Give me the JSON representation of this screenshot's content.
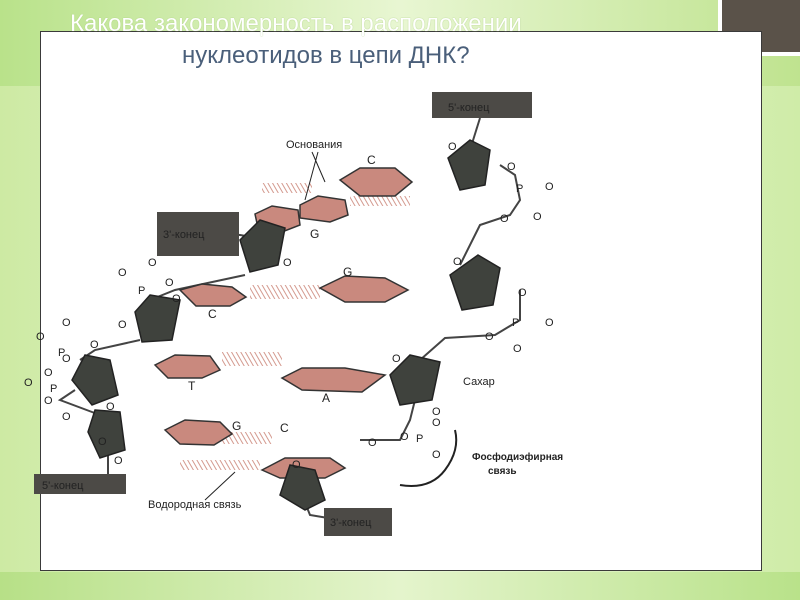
{
  "slide": {
    "title_line1": "Какова закономерность в расположении",
    "title_line2": "нуклеотидов в цепи ДНК?"
  },
  "diagram": {
    "labels": {
      "end5_top": "5'-конец",
      "end3_left": "3'-конец",
      "end5_bottom": "5'-конец",
      "end3_bottom": "3'-конец",
      "bases": "Основания",
      "sugar": "Сахар",
      "phosphodiester_1": "Фосфодиэфирная",
      "phosphodiester_2": "связь",
      "hydrogen_bond": "Водородная связь"
    },
    "base_letters": {
      "c1": "C",
      "g1": "G",
      "g2": "G",
      "c2": "C",
      "t": "T",
      "a": "A",
      "g3": "G",
      "c3": "C"
    },
    "atoms": {
      "oxygen": "O",
      "phosphorus": "P"
    },
    "colors": {
      "sugar": "#3f423d",
      "base": "#c9897e",
      "label_box": "#4c4a46"
    }
  }
}
